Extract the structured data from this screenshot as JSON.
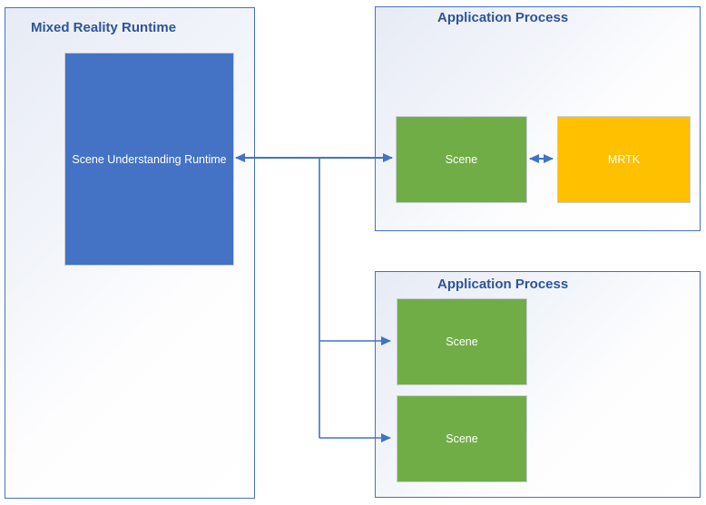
{
  "containers": {
    "mixed_reality_runtime": {
      "title": "Mixed Reality Runtime"
    },
    "application_process_top": {
      "title": "Application Process"
    },
    "application_process_bottom": {
      "title": "Application Process"
    }
  },
  "nodes": {
    "scene_understanding_runtime": {
      "label": "Scene Understanding Runtime",
      "color": "#4472C4"
    },
    "scene_top": {
      "label": "Scene",
      "color": "#70AD47"
    },
    "mrtk": {
      "label": "MRTK",
      "color": "#FFC000"
    },
    "scene_bottom_1": {
      "label": "Scene",
      "color": "#70AD47"
    },
    "scene_bottom_2": {
      "label": "Scene",
      "color": "#70AD47"
    }
  },
  "connectors": [
    {
      "from": "scene_understanding_runtime",
      "to": "scene_top",
      "type": "double-arrow"
    },
    {
      "from": "scene_top",
      "to": "mrtk",
      "type": "double-arrow"
    },
    {
      "from": "scene_understanding_runtime",
      "to": "scene_bottom_1",
      "type": "arrow"
    },
    {
      "from": "scene_understanding_runtime",
      "to": "scene_bottom_2",
      "type": "arrow"
    }
  ],
  "colors": {
    "accent_blue": "#4472C4",
    "title_text": "#2F5496",
    "node_green": "#70AD47",
    "node_orange": "#FFC000",
    "container_tint": "#E7EBF5"
  }
}
